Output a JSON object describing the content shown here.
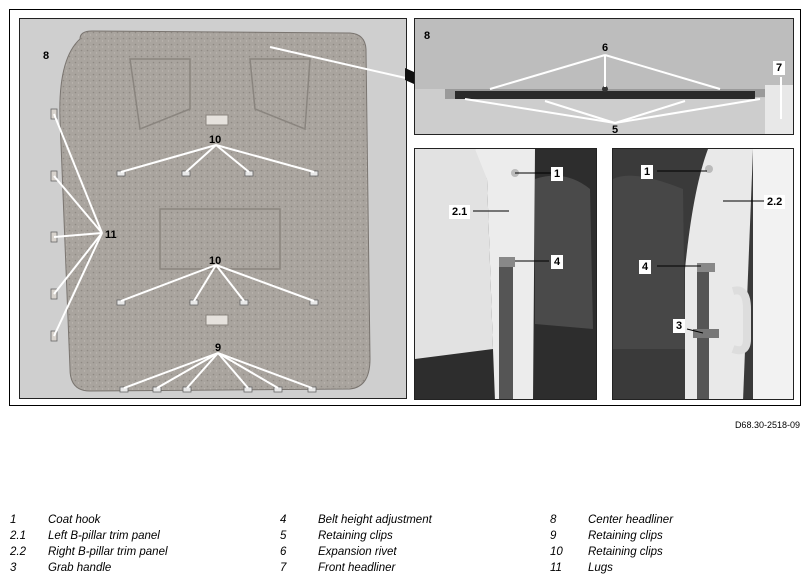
{
  "figure_id": "D68.30-2518-09",
  "callouts": {
    "main_8": "8",
    "main_10a": "10",
    "main_10b": "10",
    "main_11": "11",
    "main_9": "9",
    "top_8": "8",
    "top_6": "6",
    "top_7": "7",
    "top_5": "5",
    "left_1": "1",
    "left_2_1": "2.1",
    "left_4": "4",
    "right_1": "1",
    "right_2_2": "2.2",
    "right_4": "4",
    "right_3": "3"
  },
  "legend": [
    [
      {
        "num": "1",
        "text": "Coat hook"
      },
      {
        "num": "2.1",
        "text": "Left B-pillar trim panel"
      },
      {
        "num": "2.2",
        "text": "Right B-pillar trim panel"
      },
      {
        "num": "3",
        "text": "Grab handle"
      }
    ],
    [
      {
        "num": "4",
        "text": "Belt height adjustment"
      },
      {
        "num": "5",
        "text": "Retaining clips"
      },
      {
        "num": "6",
        "text": "Expansion rivet"
      },
      {
        "num": "7",
        "text": "Front headliner"
      }
    ],
    [
      {
        "num": "8",
        "text": "Center headliner"
      },
      {
        "num": "9",
        "text": "Retaining clips"
      },
      {
        "num": "10",
        "text": "Retaining clips"
      },
      {
        "num": "11",
        "text": "Lugs"
      }
    ]
  ]
}
